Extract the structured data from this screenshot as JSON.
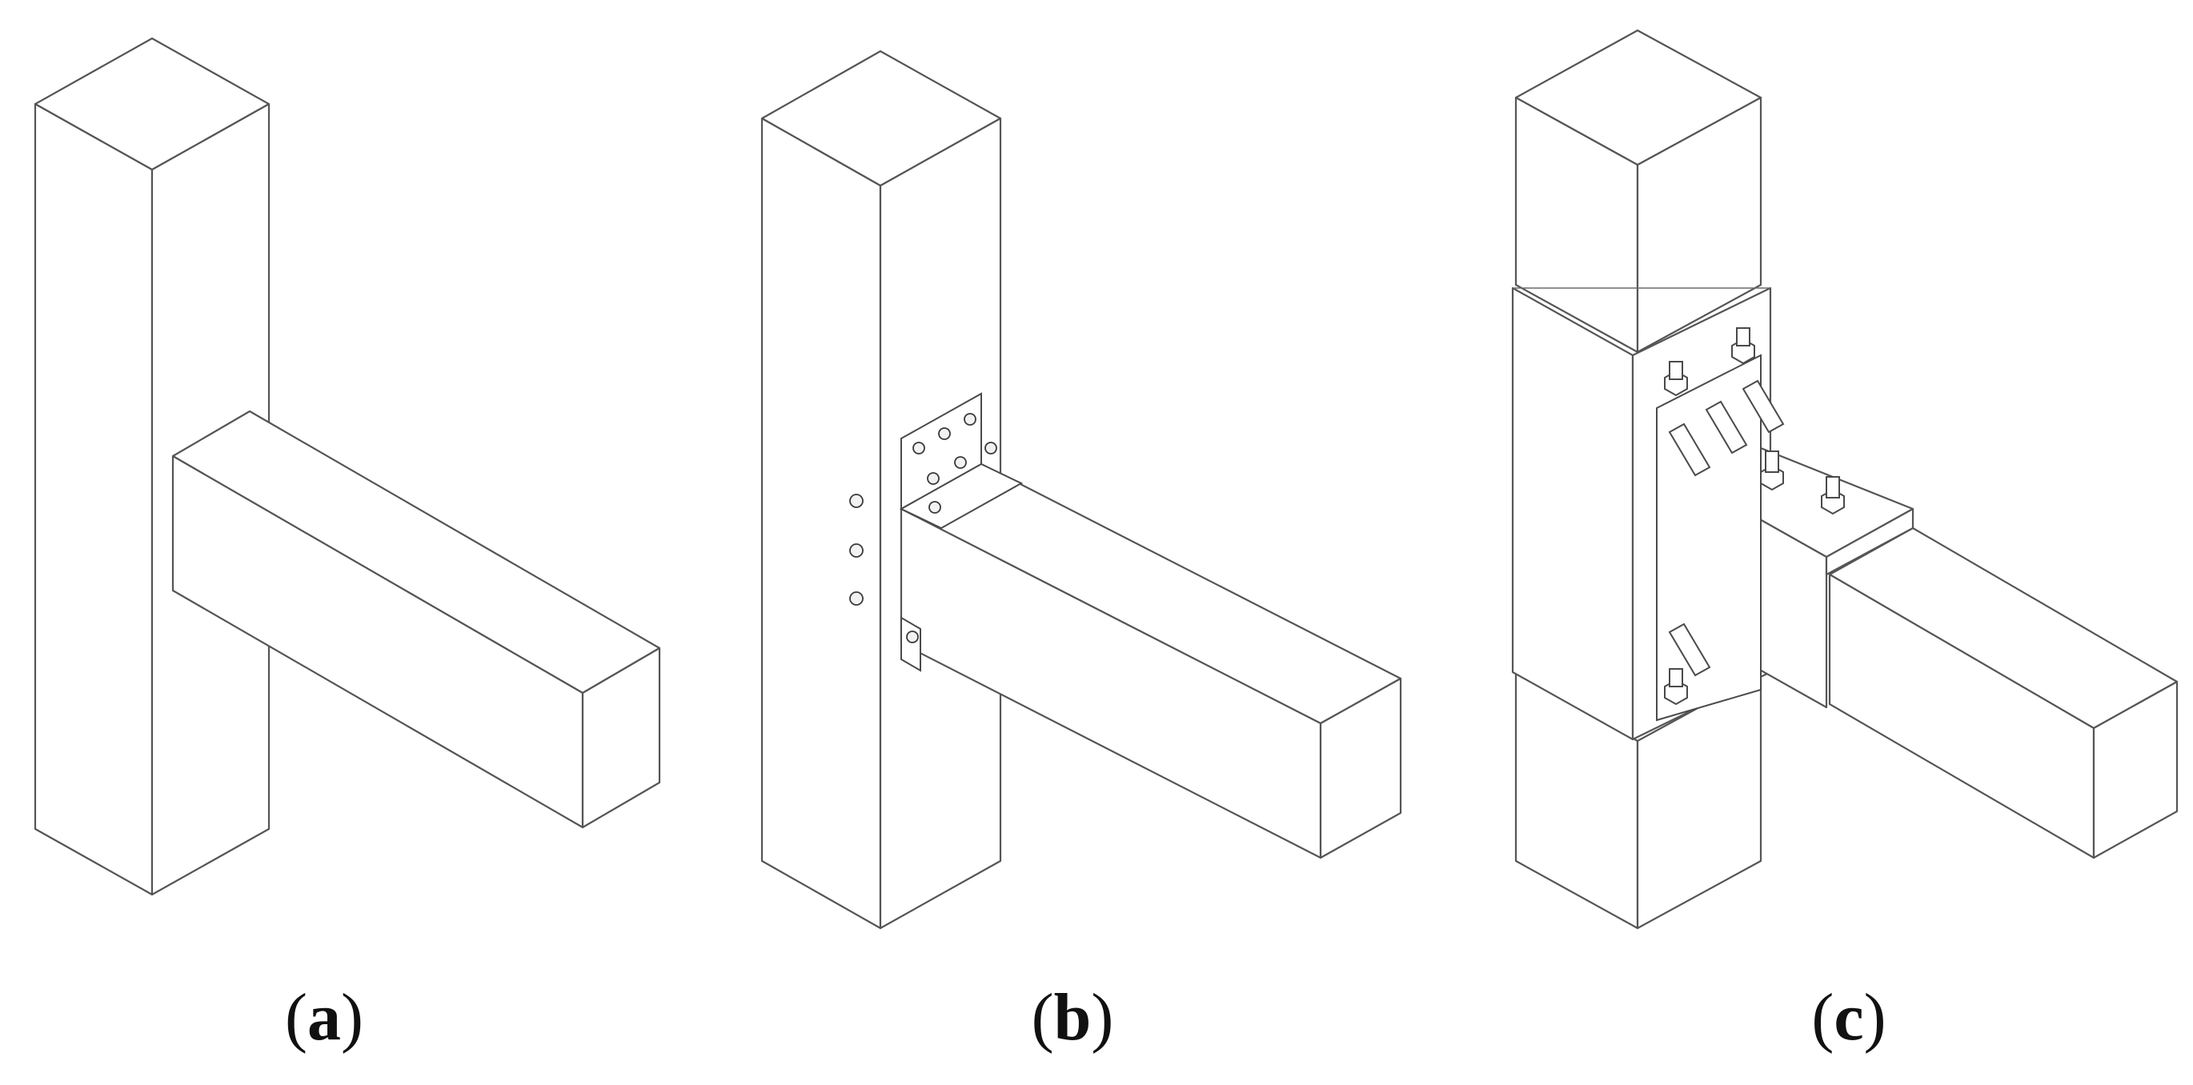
{
  "captions": {
    "a": "a",
    "b": "b",
    "c": "c"
  },
  "panels": [
    {
      "id": "a",
      "description_label": "panel-a"
    },
    {
      "id": "b",
      "description_label": "panel-b"
    },
    {
      "id": "c",
      "description_label": "panel-c"
    }
  ],
  "colors": {
    "stroke": "#555555",
    "background": "#ffffff"
  }
}
